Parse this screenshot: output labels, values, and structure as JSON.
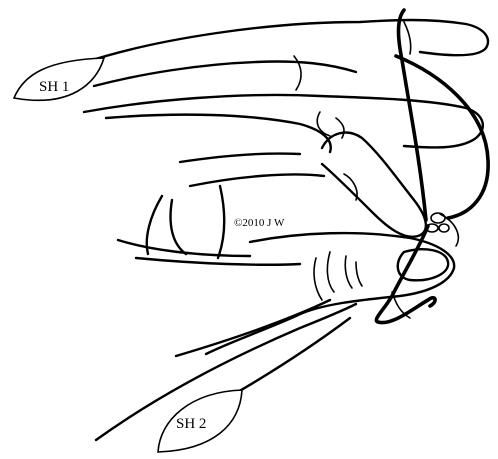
{
  "labels": {
    "sh1": "SH  1",
    "sh2": "SH  2",
    "copyright": "©2010 J W"
  }
}
